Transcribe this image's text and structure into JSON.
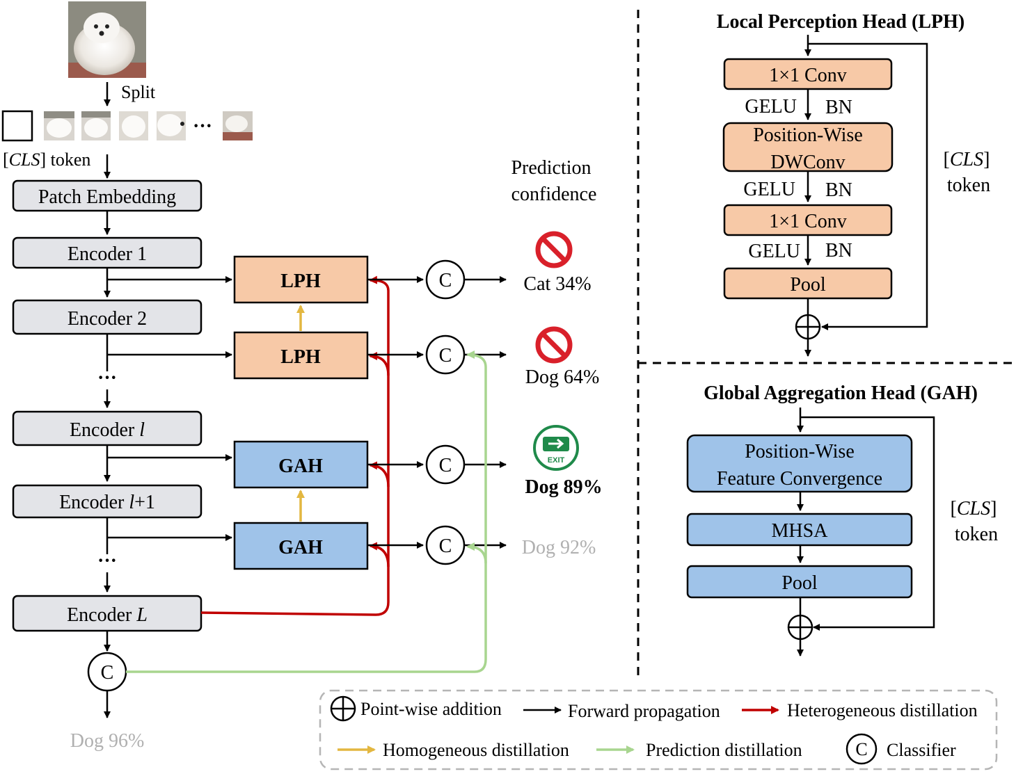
{
  "main": {
    "split_label": "Split",
    "ellipsis": "···",
    "cls_token_bracket_open": "[",
    "cls_token_italic": "CLS",
    "cls_token_rest": "] token",
    "patch_embedding": "Patch Embedding",
    "encoder_1": "Encoder 1",
    "encoder_2": "Encoder 2",
    "encoder_l_prefix": "Encoder ",
    "encoder_l_italic": "l",
    "encoder_l1_suffix": "+1",
    "encoder_L_italic": "L",
    "vdots": "···",
    "lph": "LPH",
    "gah": "GAH",
    "classifier_symbol": "C",
    "prediction_confidence_line1": "Prediction",
    "prediction_confidence_line2": "confidence",
    "pred_1": "Cat 34%",
    "pred_2": "Dog 64%",
    "pred_3": "Dog 89%",
    "pred_4": "Dog 92%",
    "pred_final": "Dog 96%",
    "exit_sign_text": "EXIT"
  },
  "lph_panel": {
    "title": "Local Perception Head (LPH)",
    "conv1": "1×1 Conv",
    "dwconv_line1": "Position-Wise",
    "dwconv_line2": "DWConv",
    "conv2": "1×1 Conv",
    "pool": "Pool",
    "gelu": "GELU",
    "bn": "BN",
    "cls_open": "[",
    "cls_italic": "CLS",
    "cls_close": "]",
    "token": "token"
  },
  "gah_panel": {
    "title": "Global Aggregation Head (GAH)",
    "pfc_line1": "Position-Wise",
    "pfc_line2": "Feature Convergence",
    "mhsa": "MHSA",
    "pool": "Pool",
    "cls_open": "[",
    "cls_italic": "CLS",
    "cls_close": "]",
    "token": "token"
  },
  "legend": {
    "pointwise_addition": "Point-wise addition",
    "forward_propagation": "Forward propagation",
    "heterogeneous_distillation": "Heterogeneous distillation",
    "homogeneous_distillation": "Homogeneous distillation",
    "prediction_distillation": "Prediction distillation",
    "classifier": "Classifier",
    "classifier_symbol": "C"
  },
  "colors": {
    "encoder_fill": "#e3e4e8",
    "lph_fill": "#f7c9a7",
    "gah_fill": "#9fc3e9",
    "heterogeneous_red": "#c00000",
    "homogeneous_yellow": "#e3b740",
    "prediction_green": "#a8d58f",
    "faded_text": "#b0b0b0"
  },
  "icons": [
    "dog-photo",
    "patch-thumbnails",
    "prohibited-icon",
    "exit-sign-icon",
    "pointwise-add-icon",
    "classifier-icon"
  ]
}
